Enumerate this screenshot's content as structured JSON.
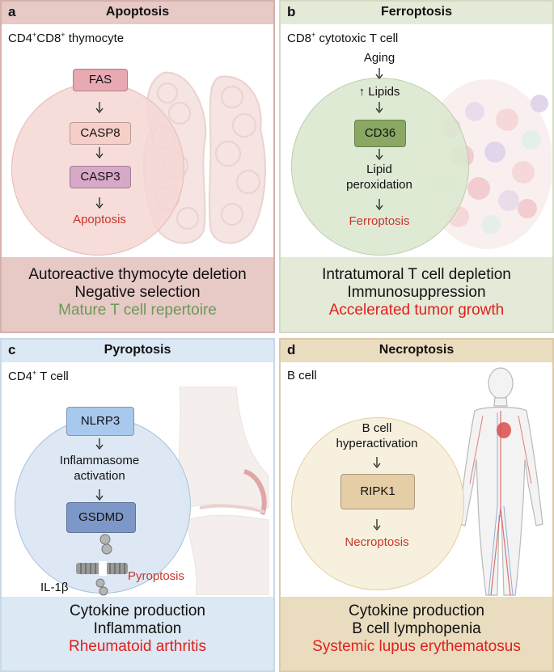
{
  "colors": {
    "apoptosis_panel": "#e7c9c6",
    "ferroptosis_panel": "#e4ead8",
    "pyroptosis_panel": "#dce8f3",
    "necroptosis_panel": "#eadcbf",
    "fate_red": "#c8362d",
    "green_outcome": "#6a9a57",
    "red_outcome": "#e0201b"
  },
  "panels": {
    "a": {
      "letter": "a",
      "title": "Apoptosis",
      "cell_base": "CD4",
      "cell_sup1": "+",
      "cell_mid": "CD8",
      "cell_sup2": "+",
      "cell_rest": " thymocyte",
      "nodes": [
        "FAS",
        "CASP8",
        "CASP3"
      ],
      "fate": "Apoptosis",
      "outcomes": [
        "Autoreactive thymocyte deletion",
        "Negative selection",
        "Mature T cell repertoire"
      ]
    },
    "b": {
      "letter": "b",
      "title": "Ferroptosis",
      "cell_base": "CD8",
      "cell_sup": "+",
      "cell_rest": " cytotoxic T cell",
      "step1": "Aging",
      "step2": "↑ Lipids",
      "node": "CD36",
      "step3a": "Lipid",
      "step3b": "peroxidation",
      "fate": "Ferroptosis",
      "outcomes": [
        "Intratumoral T cell depletion",
        "Immunosuppression",
        "Accelerated tumor growth"
      ]
    },
    "c": {
      "letter": "c",
      "title": "Pyroptosis",
      "cell_base": "CD4",
      "cell_sup": "+",
      "cell_rest": " T cell",
      "node1": "NLRP3",
      "step_a": "Inflammasome",
      "step_b": "activation",
      "node2": "GSDMD",
      "il": "IL-1β",
      "fate": "Pyroptosis",
      "outcomes": [
        "Cytokine production",
        "Inflammation",
        "Rheumatoid arthritis"
      ]
    },
    "d": {
      "letter": "d",
      "title": "Necroptosis",
      "cell": "B cell",
      "step_a": "B cell",
      "step_b": "hyperactivation",
      "node": "RIPK1",
      "fate": "Necroptosis",
      "outcomes": [
        "Cytokine production",
        "B cell lymphopenia",
        "Systemic lupus erythematosus"
      ]
    }
  }
}
